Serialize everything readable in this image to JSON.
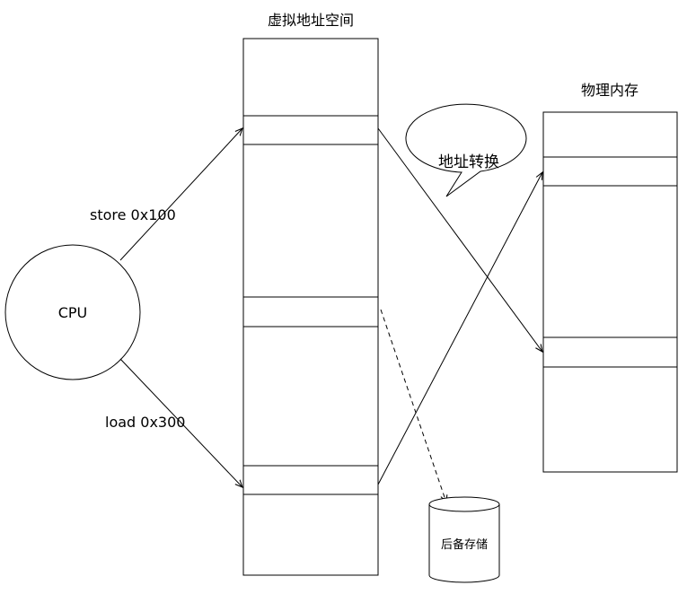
{
  "virtual_space": {
    "title": "虚拟地址空间"
  },
  "physical_memory": {
    "title": "物理内存"
  },
  "cpu": {
    "label": "CPU"
  },
  "operations": {
    "store": "store 0x100",
    "load": "load 0x300"
  },
  "callout": {
    "text": "地址转换"
  },
  "backing_storage": {
    "label": "后备存储"
  },
  "colors": {
    "stroke": "#000000",
    "background": "#ffffff"
  }
}
